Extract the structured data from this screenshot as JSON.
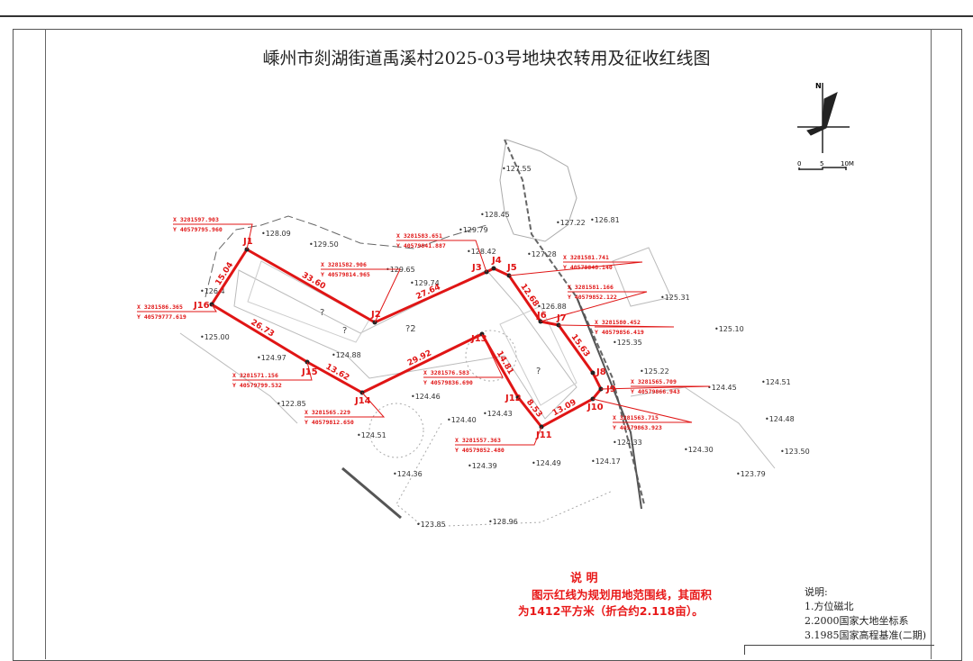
{
  "title": "嵊州市剡湖街道禹溪村2025-03号地块农转用及征收红线图",
  "north": {
    "label": "N",
    "scale_ticks": [
      "0",
      "5",
      "10M"
    ]
  },
  "boundary_points": [
    {
      "id": "J1",
      "x": "X 3281597.903",
      "y": "Y 40579795.960"
    },
    {
      "id": "J2",
      "x": "X 3281582.906",
      "y": "Y 40579814.965"
    },
    {
      "id": "J3",
      "x": "X 3281583.651",
      "y": "Y 40579841.887"
    },
    {
      "id": "J4"
    },
    {
      "id": "J5",
      "x": "X 3281581.741",
      "y": "Y 40579848.140"
    },
    {
      "id": "J6",
      "x": "X 3281581.166",
      "y": "Y 40579852.122"
    },
    {
      "id": "J7",
      "x": "X 3281580.452",
      "y": "Y 40579856.419"
    },
    {
      "id": "J8"
    },
    {
      "id": "J9",
      "x": "X 3281565.709",
      "y": "Y 40579866.943"
    },
    {
      "id": "J10",
      "x": "X 3281563.715",
      "y": "Y 40579863.923"
    },
    {
      "id": "J11",
      "x": "X 3281557.363",
      "y": "Y 40579852.480"
    },
    {
      "id": "J12"
    },
    {
      "id": "J13",
      "x": "X 3281576.583",
      "y": "Y 40579836.690"
    },
    {
      "id": "J14",
      "x": "X 3281565.229",
      "y": "Y 40579812.650"
    },
    {
      "id": "J15",
      "x": "X 3281571.156",
      "y": "Y 40579799.532"
    },
    {
      "id": "J16",
      "x": "X 3281586.365",
      "y": "Y 40579777.619"
    }
  ],
  "edge_lengths": [
    "15.04",
    "33.60",
    "27.64",
    "12.68",
    "15.63",
    "13.09",
    "8.53",
    "14.81",
    "29.92",
    "13.62",
    "26.73"
  ],
  "elevations": [
    "127.55",
    "128.45",
    "129.79",
    "126.81",
    "127.22",
    "128.09",
    "129.50",
    "129.65",
    "129.74",
    "128.42",
    "127.28",
    "126.88",
    "125.31",
    "125.10",
    "125.35",
    "125.22",
    "124.51",
    "124.45",
    "124.48",
    "126.4",
    "125.00",
    "124.97",
    "124.88",
    "122.85",
    "124.46",
    "124.40",
    "124.43",
    "124.51",
    "124.36",
    "124.39",
    "124.49",
    "124.17",
    "124.33",
    "124.30",
    "123.50",
    "123.79",
    "123.85",
    "128.96"
  ],
  "area_labels": [
    "?2",
    "?",
    "?",
    "?"
  ],
  "notes": {
    "heading": "说  明",
    "line1": "图示红线为规划用地范围线，其面积",
    "line2": "为1412平方米（折合约2.118亩）。"
  },
  "legend": {
    "heading": "说明:",
    "items": [
      "1.方位磁北",
      "2.2000国家大地坐标系",
      "3.1985国家高程基准(二期)"
    ]
  },
  "colors": {
    "boundary": "#e01515",
    "base": "#777777"
  }
}
